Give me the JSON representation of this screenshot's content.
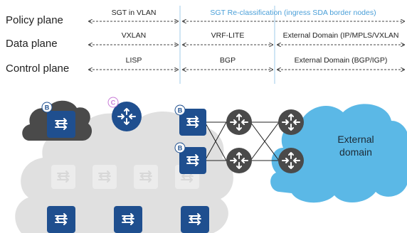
{
  "planes": {
    "policy": {
      "label": "Policy plane",
      "segments": [
        "SGT in VLAN",
        "SGT Re-classification (ingress SDA border nodes)"
      ]
    },
    "data": {
      "label": "Data plane",
      "segments": [
        "VXLAN",
        "VRF-LITE",
        "External Domain (IP/MPLS/VXLAN"
      ]
    },
    "control": {
      "label": "Control plane",
      "segments": [
        "LISP",
        "BGP",
        "External Domain (BGP/IGP)"
      ]
    }
  },
  "badges": {
    "border": "B",
    "control": "C"
  },
  "external": {
    "line1": "External",
    "line2": "domain"
  },
  "colors": {
    "switch_blue": "#1f4f8f",
    "router_dark": "#4a4a4a",
    "cloud_gray": "#e0e0e0",
    "cloud_dark": "#4a4a4a",
    "cloud_blue": "#5bb8e6",
    "accent_line": "#9fcbe8",
    "reclass_text": "#4a9fd8",
    "control_badge": "#c77ad6"
  }
}
